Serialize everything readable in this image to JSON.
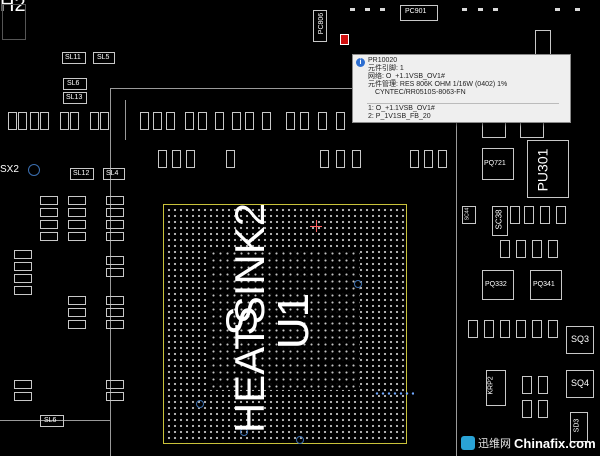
{
  "board": {
    "corner_label": "H2",
    "refs": {
      "pc806": "PC806",
      "pc901": "PC901",
      "pr10020": "PR10020",
      "sl11": "SL11",
      "sl5": "SL5",
      "sl6_top": "SL6",
      "sl13": "SL13",
      "sx2": "SX2",
      "sl12": "SL12",
      "sl4": "SL4",
      "sl6_bottom": "SL6",
      "pq721": "PQ721",
      "pu301": "PU301",
      "sc38": "SC38",
      "pq332": "PQ332",
      "pq341": "PQ341",
      "sq3": "SQ3",
      "sq4": "SQ4",
      "krp2": "KRP2",
      "sd3": "SD3",
      "sc44": "SC44"
    },
    "heatsink_label": "HEATSINK2",
    "ic_ref_left": "S",
    "ic_ref_right": "U1"
  },
  "tooltip": {
    "icon": "info-icon",
    "title": "PR10020",
    "pin_count": "元件引脚: 1",
    "net": "网络: O_+1.1VSB_OV1#",
    "package": "元件管理: RES 806K OHM 1/16W (0402) 1%",
    "part_number": "CYNTEC/RR0510S-8063-FN",
    "pin1": "1: O_+1.1VSB_OV1#",
    "pin2": "2: P_1V1SB_FB_20"
  },
  "watermark": {
    "site_cn": "迅维网",
    "site_en": "Chinafix.com"
  },
  "colors": {
    "background": "#000000",
    "silkscreen": "#ffffff",
    "outline": "#c8c8c8",
    "bga_outline": "#c9c23a",
    "via": "#3b6fb0",
    "highlight_pad": "#d01010",
    "tooltip_bg": "#efefef",
    "watermark_accent": "#2aa3d6"
  }
}
